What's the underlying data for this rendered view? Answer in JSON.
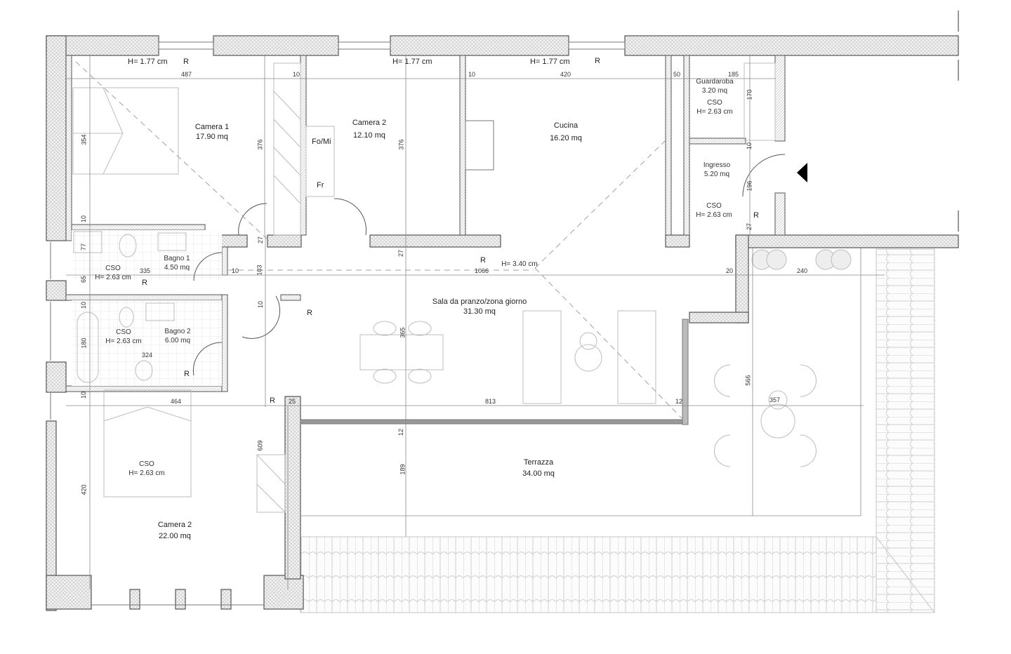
{
  "floorplan": {
    "colors": {
      "wall_outline": "#555555",
      "wall_hatch": "#cfcfcf",
      "partition_hatch": "#bdbdbd",
      "furniture": "#bdbdbd",
      "dimension_line": "#8a8a8a",
      "text": "#222222",
      "entry_arrow": "#000000",
      "roof_tiles": "#c4c4c4"
    },
    "rooms": [
      {
        "id": "camera1",
        "name": "Camera 1",
        "area": "17.90 mq"
      },
      {
        "id": "camera2_top",
        "name": "Camera 2",
        "area": "12.10 mq"
      },
      {
        "id": "cucina",
        "name": "Cucina",
        "area": "16.20 mq"
      },
      {
        "id": "guardaroba",
        "name": "Guardaroba",
        "area": "3.20 mq",
        "note": "CSO",
        "height": "H= 2.63 cm"
      },
      {
        "id": "ingresso",
        "name": "Ingresso",
        "area": "5.20 mq",
        "note": "CSO",
        "height": "H= 2.63 cm"
      },
      {
        "id": "bagno1",
        "name": "Bagno 1",
        "area": "4.50 mq",
        "note": "CSO",
        "height": "H= 2.63 cm"
      },
      {
        "id": "bagno2",
        "name": "Bagno 2",
        "area": "6.00 mq",
        "note": "CSO",
        "height": "H= 2.63 cm"
      },
      {
        "id": "sala",
        "name": "Sala da pranzo/zona giorno",
        "area": "31.30 mq",
        "height": "H= 3.40 cm"
      },
      {
        "id": "camera2_bottom",
        "name": "Camera 2",
        "area": "22.00 mq",
        "note": "CSO",
        "height": "H= 2.63 cm"
      },
      {
        "id": "terrazza",
        "name": "Terrazza",
        "area": "34.00 mq"
      }
    ],
    "window_heights": [
      "H= 1.77 cm",
      "H= 1.77 cm",
      "H= 1.77 cm"
    ],
    "appliances": {
      "oven_micro": "Fo/Mi",
      "fridge": "Fr"
    },
    "radiator_mark": "R",
    "dimensions": {
      "camera1_width": "487",
      "camera1_depth": "354",
      "camera1_height_dim": "376",
      "wall_10a": "10",
      "wall_10b": "10",
      "camera2_depth": "376",
      "cucina_width": "420",
      "wall_50": "50",
      "guardaroba_width": "185",
      "guardaroba_depth": "170",
      "ingresso_wall": "10",
      "ingresso_depth": "196",
      "ingresso_27": "27",
      "corridor_27a": "27",
      "corridor_27b": "27",
      "corridor_width": "103",
      "corridor_10": "10",
      "corridor_10b": "10",
      "corridor_length": "1066",
      "bagno1_77": "77",
      "bagno1_65": "65",
      "bagno1_width": "335",
      "bagno1_10": "10",
      "bagno2_10": "10",
      "bagno2_180": "180",
      "bagno2_width": "324",
      "bagno2_10b": "10",
      "camera2b_width": "464",
      "camera2b_depth": "420",
      "camera2b_609": "609",
      "wall_25": "25",
      "sala_depth": "365",
      "sala_width": "813",
      "sala_12": "12",
      "terrazza_12": "12",
      "terrazza_189": "189",
      "terrace_20": "20",
      "terrace_240": "240",
      "terrace_566": "566",
      "terrace_357": "357"
    }
  }
}
